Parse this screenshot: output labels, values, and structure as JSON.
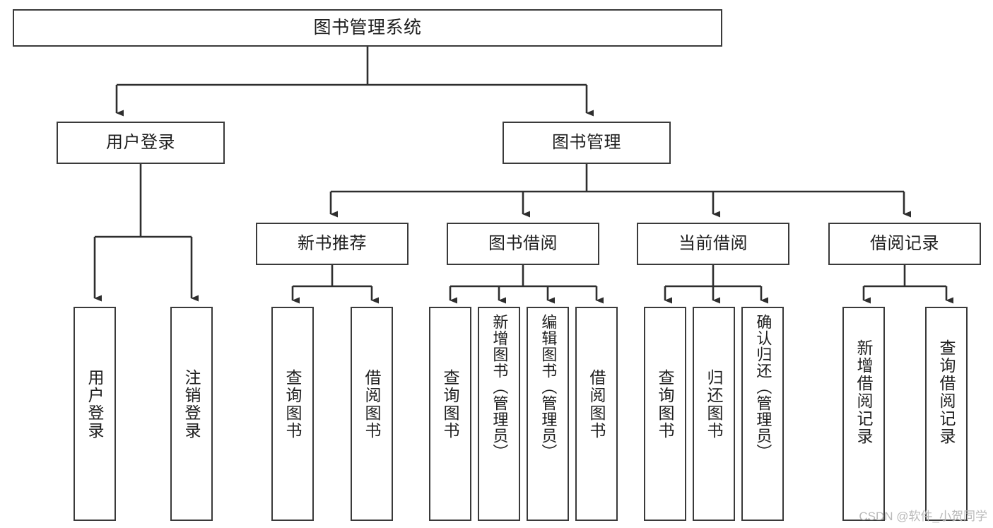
{
  "diagram": {
    "title": "图书管理系统",
    "type": "hierarchy-tree",
    "watermark": "CSDN @软件_小贺同学",
    "colors": {
      "box_border": "#3a3a3a",
      "box_fill": "#ffffff",
      "edge": "#2e2e2e",
      "text": "#1f1f1f",
      "watermark": "#b9b9b9",
      "background": "#ffffff"
    },
    "levels": {
      "root": "图书管理系统",
      "level1": [
        "用户登录",
        "图书管理"
      ],
      "level2": [
        "新书推荐",
        "图书借阅",
        "当前借阅",
        "借阅记录"
      ]
    },
    "nodes": {
      "root": {
        "label": "图书管理系统"
      },
      "user_login": {
        "label": "用户登录"
      },
      "book_manage": {
        "label": "图书管理"
      },
      "new_book_rec": {
        "label": "新书推荐"
      },
      "book_borrow": {
        "label": "图书借阅"
      },
      "current_borrow": {
        "label": "当前借阅"
      },
      "borrow_record": {
        "label": "借阅记录"
      },
      "leaf_user_login": {
        "label": "用户登录"
      },
      "leaf_logout_login": {
        "label": "注销登录"
      },
      "leaf_query_book_a": {
        "label": "查询图书"
      },
      "leaf_borrow_book_a": {
        "label": "借阅图书"
      },
      "leaf_query_book_b": {
        "label": "查询图书"
      },
      "leaf_add_book_admin": {
        "label": "新增图书（管理员）"
      },
      "leaf_edit_book_admin": {
        "label": "编辑图书（管理员）"
      },
      "leaf_borrow_book_b": {
        "label": "借阅图书"
      },
      "leaf_query_book_c": {
        "label": "查询图书"
      },
      "leaf_return_book": {
        "label": "归还图书"
      },
      "leaf_confirm_return_admin": {
        "label": "确认归还（管理员）"
      },
      "leaf_add_borrow_record": {
        "label": "新增借阅记录"
      },
      "leaf_query_borrow_record": {
        "label": "查询借阅记录"
      }
    }
  }
}
